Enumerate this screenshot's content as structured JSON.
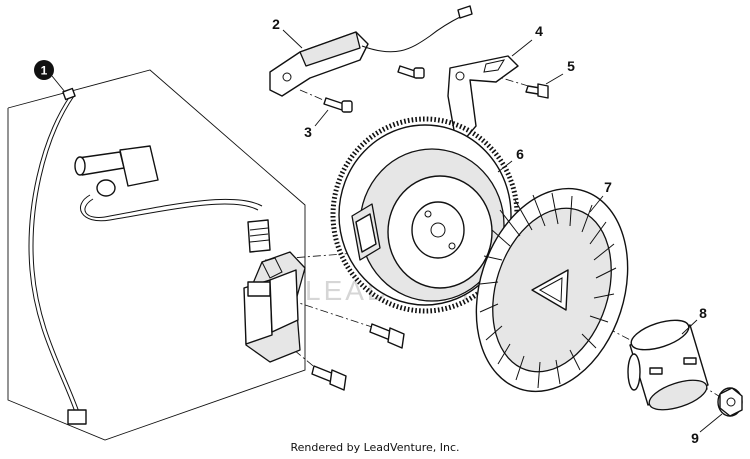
{
  "callouts": {
    "c1": "1",
    "c2": "2",
    "c3": "3",
    "c4": "4",
    "c5": "5",
    "c6": "6",
    "c7": "7",
    "c8": "8",
    "c9": "9"
  },
  "footer": {
    "text": "Rendered by LeadVenture, Inc."
  },
  "watermark": {
    "text": "LEADVENTURE"
  }
}
